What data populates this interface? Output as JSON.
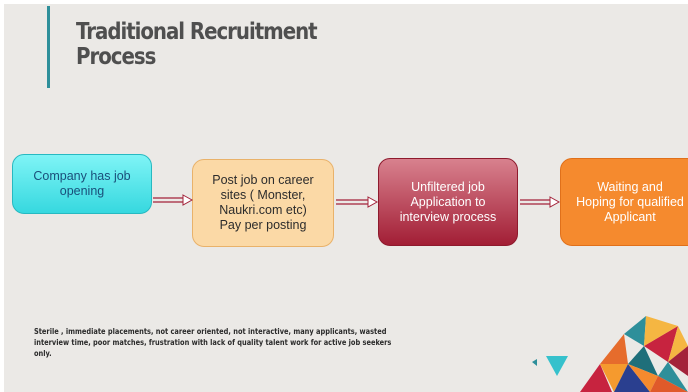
{
  "slide": {
    "title_lines": [
      "Traditional Recruitment",
      "Process"
    ],
    "flow": [
      {
        "lines": [
          "Company has job",
          "opening"
        ]
      },
      {
        "lines": [
          "Post job on career",
          "sites ( Monster,",
          "Naukri.com etc)",
          "Pay per posting"
        ]
      },
      {
        "lines": [
          "Unfiltered job",
          "Application to",
          "interview process"
        ]
      },
      {
        "lines": [
          "Waiting and",
          "Hoping for qualified",
          "Applicant"
        ]
      }
    ],
    "footnote_lines": [
      "Sterile , immediate placements, not career oriented, not interactive, many applicants, wasted",
      "interview time, poor matches, frustration with lack of quality talent work for active job seekers",
      "only."
    ]
  },
  "colors": {
    "background": "#ebe9e6",
    "accent_bar": "#2e8f9a",
    "title": "#4f4f4f",
    "box_company": "#5fe9ee",
    "box_post": "#fbd9a6",
    "box_unfiltered": "#b43349",
    "box_waiting": "#f58a2e",
    "arrow": "#a3233a"
  },
  "decoration": {
    "icon": "geometric-triangles-icon"
  }
}
